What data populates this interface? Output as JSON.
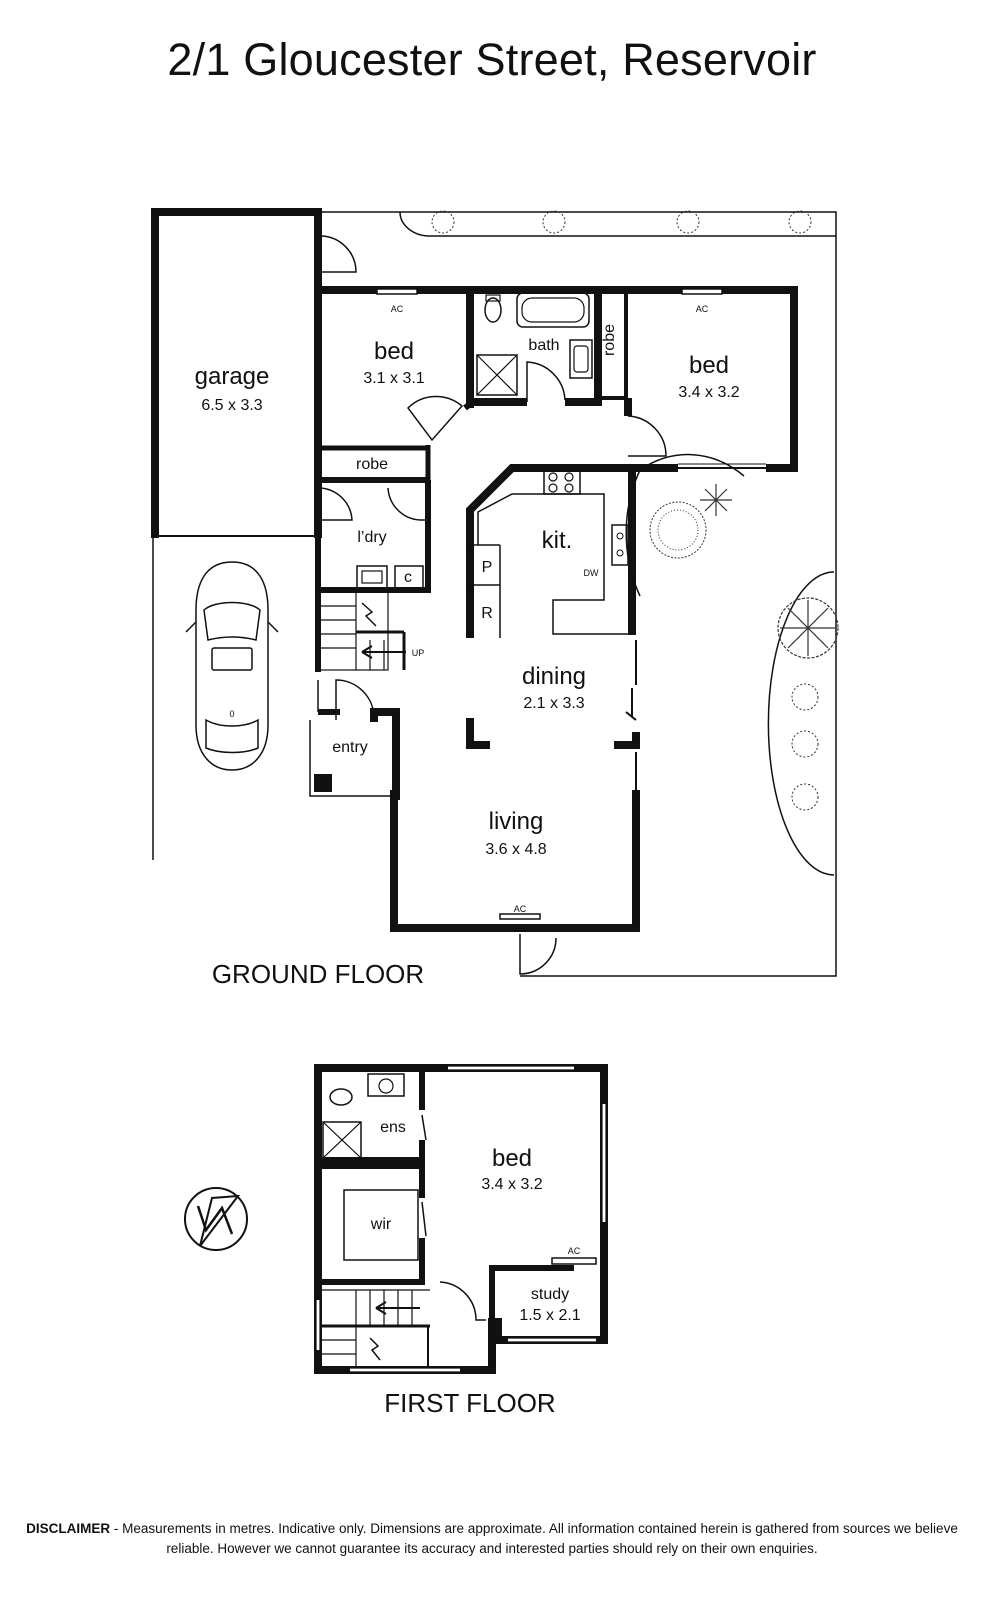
{
  "title": "2/1 Gloucester Street, Reservoir",
  "ground_floor": {
    "label": "GROUND FLOOR",
    "rooms": {
      "garage": {
        "name": "garage",
        "dims": "6.5 x 3.3"
      },
      "bed1": {
        "name": "bed",
        "dims": "3.1 x 3.1"
      },
      "bath": {
        "name": "bath"
      },
      "robe_right": {
        "name": "robe"
      },
      "bed2": {
        "name": "bed",
        "dims": "3.4 x 3.2"
      },
      "robe1": {
        "name": "robe"
      },
      "laundry": {
        "name": "l’dry"
      },
      "c": {
        "name": "c"
      },
      "kitchen": {
        "name": "kit."
      },
      "pantry": {
        "name": "P"
      },
      "fridge": {
        "name": "R"
      },
      "dw": {
        "name": "DW"
      },
      "stairs_up": {
        "name": "UP"
      },
      "dining": {
        "name": "dining",
        "dims": "2.1 x 3.3"
      },
      "entry": {
        "name": "entry"
      },
      "living": {
        "name": "living",
        "dims": "3.6 x 4.8"
      }
    },
    "ac": {
      "bed1": "AC",
      "bed2": "AC",
      "living": "AC"
    }
  },
  "first_floor": {
    "label": "FIRST FLOOR",
    "rooms": {
      "ens": {
        "name": "ens"
      },
      "bed": {
        "name": "bed",
        "dims": "3.4 x 3.2"
      },
      "wir": {
        "name": "wir"
      },
      "study": {
        "name": "study",
        "dims": "1.5 x 2.1"
      }
    },
    "ac": "AC"
  },
  "car_label": "0",
  "disclaimer": {
    "heading": "DISCLAIMER",
    "text": " - Measurements in metres. Indicative only. Dimensions are approximate. All information contained herein is gathered from sources we believe reliable. However we cannot guarantee its accuracy and interested parties should rely on their own enquiries."
  }
}
